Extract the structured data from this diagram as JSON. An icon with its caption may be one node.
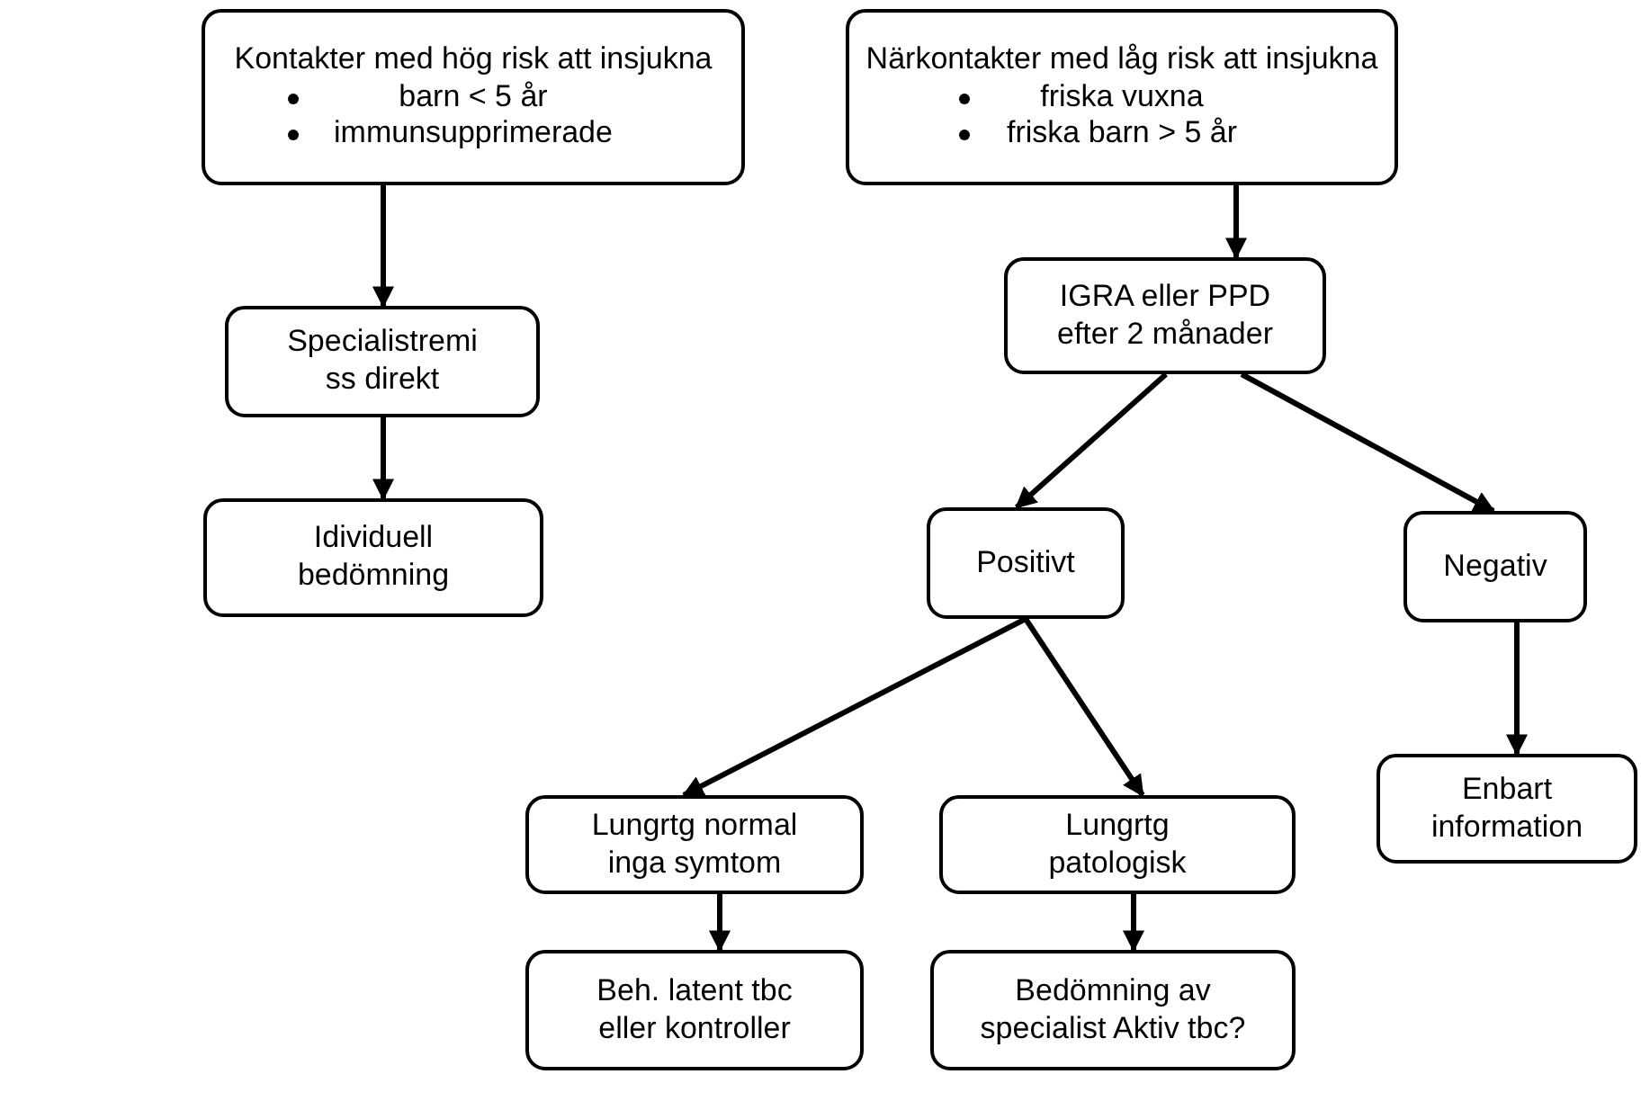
{
  "diagram": {
    "nodes": [
      {
        "text": [
          "Kontakter med hög risk att insjukna",
          "barn < 5 år",
          "immunsupprimerade"
        ]
      },
      {
        "text": [
          "Specialistremi ss direkt"
        ]
      },
      {
        "text": [
          "Idividuell bedömning"
        ]
      },
      {
        "text": [
          "Närkontakter med låg risk att insjukna",
          "friska vuxna",
          "friska barn > 5 år"
        ]
      },
      {
        "text": [
          "IGRA eller PPD efter 2 månader"
        ]
      },
      {
        "text": [
          "Positivt"
        ]
      },
      {
        "text": [
          "Negativ"
        ]
      },
      {
        "text": [
          "Lungrtg normal inga symtom"
        ]
      },
      {
        "text": [
          "Lungrtg patologisk"
        ]
      },
      {
        "text": [
          "Enbart information"
        ]
      },
      {
        "text": [
          "Beh. latent tbc eller kontroller"
        ]
      },
      {
        "text": [
          "Bedömning av specialist Aktiv tbc?"
        ]
      }
    ],
    "edges": [
      {
        "from": 0,
        "to": 1,
        "arrow": "to"
      },
      {
        "from": 1,
        "to": 2,
        "arrow": "to"
      },
      {
        "from": 3,
        "to": 4,
        "arrow": "to"
      },
      {
        "from": 4,
        "to": 5,
        "arrow": "to"
      },
      {
        "from": 4,
        "to": 6,
        "arrow": "to"
      },
      {
        "from": 5,
        "to": 7,
        "arrow": "to"
      },
      {
        "from": 5,
        "to": 8,
        "arrow": "to"
      },
      {
        "from": 6,
        "to": 9,
        "arrow": "to"
      },
      {
        "from": 7,
        "to": 10,
        "arrow": "to"
      },
      {
        "from": 8,
        "to": 11,
        "arrow": "to"
      }
    ]
  }
}
